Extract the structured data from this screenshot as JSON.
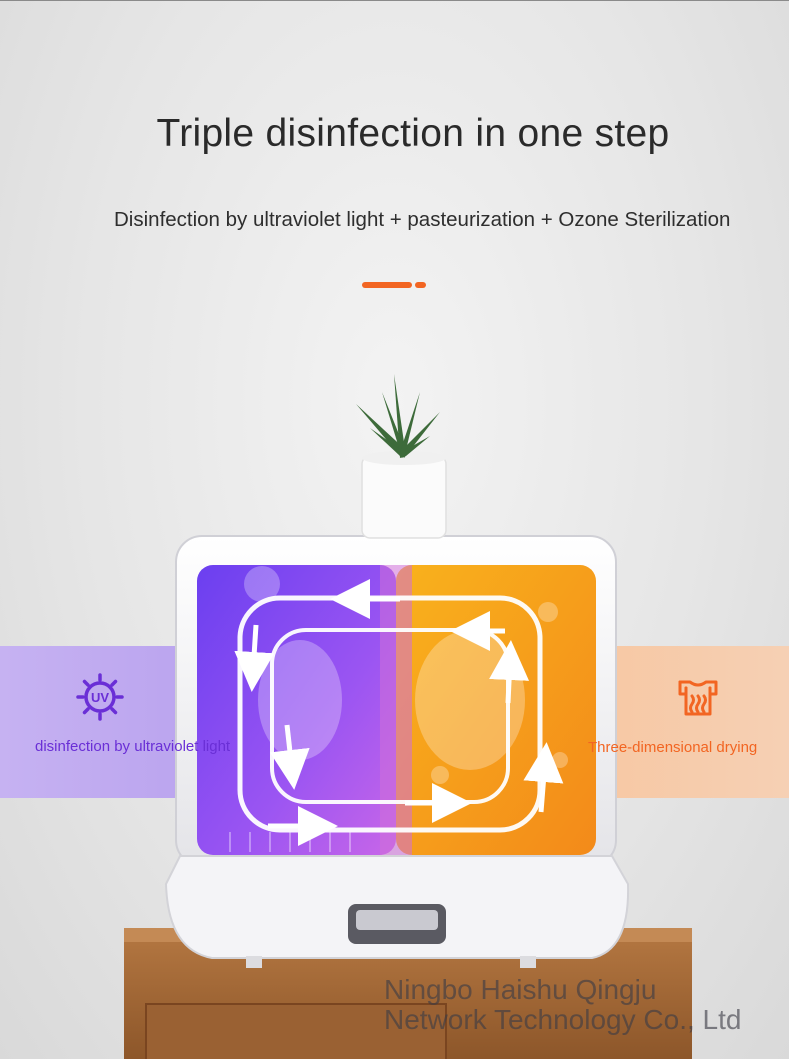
{
  "header": {
    "title": "Triple disinfection in one step",
    "subtitle": "Disinfection by ultraviolet light + pasteurization + Ozone Sterilization"
  },
  "features": {
    "left": {
      "label": "disinfection by ultraviolet light",
      "icon": "uv-icon",
      "icon_text": "UV",
      "color": "#6a2fd6"
    },
    "right": {
      "label": "Three-dimensional drying",
      "icon": "drying-shirt-icon",
      "color": "#f26522"
    }
  },
  "colors": {
    "accent": "#f26522",
    "uv_purple": "#7a3cf0",
    "heat_orange": "#f7a21b"
  },
  "watermark": {
    "text": "Ningbo Haishu Qingju Network Technology Co., Ltd"
  }
}
